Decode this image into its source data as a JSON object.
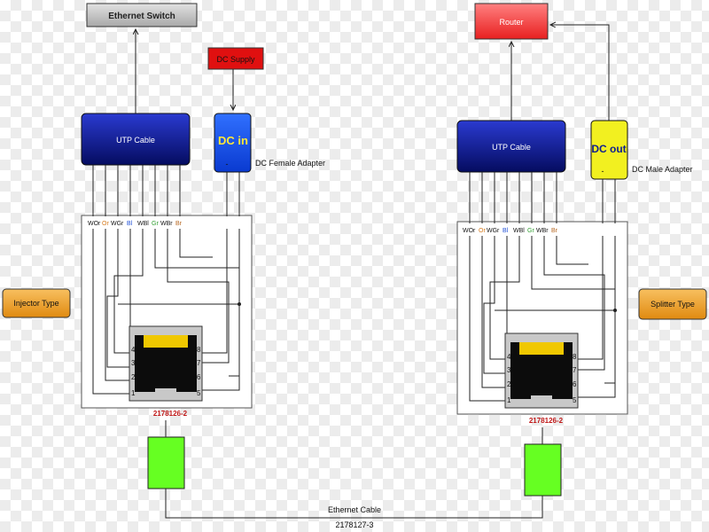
{
  "left": {
    "top_box": "Ethernet Switch",
    "dc_source": "DC Supply",
    "utp": "UTP Cable",
    "dc_module": "DC in",
    "dc_module_sign": "-",
    "adapter_label": "DC Female Adapter",
    "type_label": "Injector Type",
    "part_number": "2178126-2",
    "wires": [
      {
        "text": "WOr",
        "color": "#111111"
      },
      {
        "text": "Or",
        "color": "#d4781a"
      },
      {
        "text": "WGr",
        "color": "#111111"
      },
      {
        "text": "Bl",
        "color": "#1f4fd6"
      },
      {
        "text": "WBl",
        "color": "#111111"
      },
      {
        "text": "Gr",
        "color": "#2f9e2f"
      },
      {
        "text": "WBr",
        "color": "#111111"
      },
      {
        "text": "Br",
        "color": "#b5651d"
      }
    ],
    "pins_left": [
      "4",
      "3",
      "2",
      "1"
    ],
    "pins_right": [
      "8",
      "7",
      "6",
      "5"
    ]
  },
  "right": {
    "top_box": "Router",
    "utp": "UTP Cable",
    "dc_module": "DC out",
    "dc_module_sign": "-",
    "adapter_label": "DC Male Adapter",
    "type_label": "Splitter Type",
    "part_number": "2178126-2",
    "wires": [
      {
        "text": "WOr",
        "color": "#111111"
      },
      {
        "text": "Or",
        "color": "#d4781a"
      },
      {
        "text": "WGr",
        "color": "#111111"
      },
      {
        "text": "Bl",
        "color": "#1f4fd6"
      },
      {
        "text": "WBl",
        "color": "#111111"
      },
      {
        "text": "Gr",
        "color": "#2f9e2f"
      },
      {
        "text": "WBr",
        "color": "#111111"
      },
      {
        "text": "Br",
        "color": "#b5651d"
      }
    ],
    "pins_left": [
      "4",
      "3",
      "2",
      "1"
    ],
    "pins_right": [
      "8",
      "7",
      "6",
      "5"
    ]
  },
  "cable": {
    "label": "Ethernet Cable",
    "part_number": "2178127-3"
  },
  "colors": {
    "switch_box": "#c8c8c8",
    "dc_supply": "#e01010",
    "router": "#f04040",
    "utp": "#0a1a9a",
    "dc_in": "#1a50ff",
    "dc_out": "#f2f020",
    "type_box": "#f0a030",
    "plug": "#66ff22",
    "jack_slot": "#f0c800",
    "part_number": "#c01818"
  }
}
